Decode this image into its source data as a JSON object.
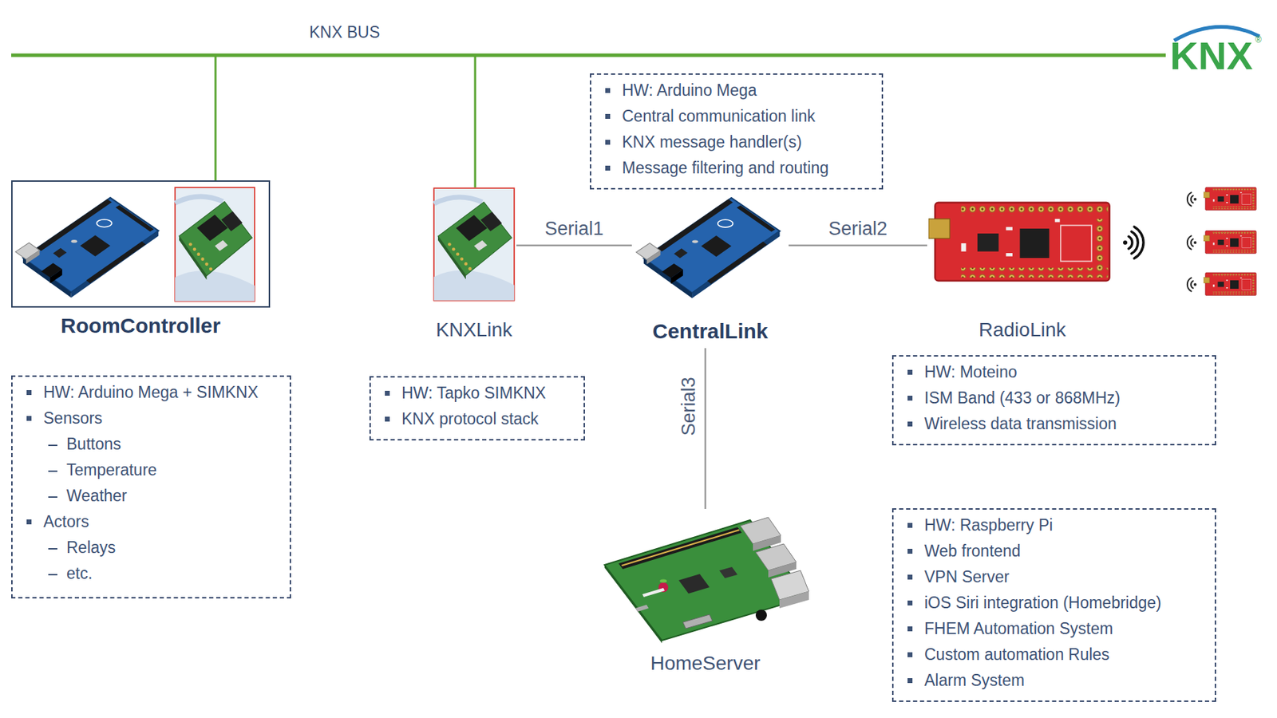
{
  "diagram": {
    "nodes": [
      {
        "text": [
          "RoomController"
        ]
      },
      {
        "text": [
          "HW: Arduino Mega + SIMKNX",
          "Sensors",
          "Buttons",
          "Temperature",
          "Weather",
          "Actors",
          "Relays",
          "etc."
        ]
      },
      {
        "text": [
          "KNXLink"
        ]
      },
      {
        "text": [
          "HW: Tapko SIMKNX",
          "KNX protocol stack"
        ]
      },
      {
        "text": [
          "HW: Arduino Mega",
          "Central communication link",
          "KNX message handler(s)",
          "Message filtering and routing"
        ]
      },
      {
        "text": [
          "CentralLink"
        ]
      },
      {
        "text": [
          "RadioLink"
        ]
      },
      {
        "text": [
          "HW: Moteino",
          "ISM Band (433 or 868MHz)",
          "Wireless data transmission"
        ]
      },
      {
        "text": [
          "HomeServer"
        ]
      },
      {
        "text": [
          "HW: Raspberry Pi",
          "Web frontend",
          "VPN Server",
          "iOS Siri integration (Homebridge)",
          "FHEM Automation System",
          "Custom automation Rules",
          "Alarm System"
        ]
      }
    ],
    "edges": [
      {
        "from": 2,
        "to": 5,
        "label": "Serial1",
        "arrow": "none"
      },
      {
        "from": 5,
        "to": 6,
        "label": "Serial2",
        "arrow": "none"
      },
      {
        "from": 5,
        "to": 8,
        "label": "Serial3",
        "arrow": "none"
      }
    ],
    "labels": [
      "KNX BUS",
      "KNX",
      "®"
    ]
  }
}
